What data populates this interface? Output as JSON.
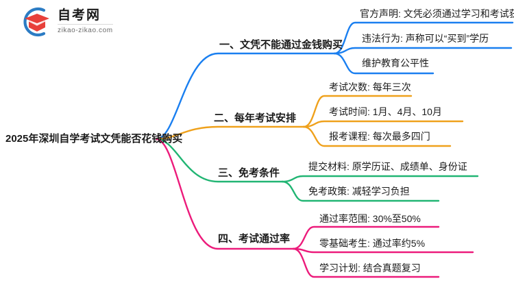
{
  "logo": {
    "icon": "graduation-cap-circle-icon",
    "title": "自考网",
    "subtitle": "zikao-zikao.com",
    "arc_color": "#2c7cc4",
    "cap_color": "#e8403a"
  },
  "mindmap": {
    "root": {
      "label": "2025年深圳自学考试文凭能否花钱购买"
    },
    "branches": [
      {
        "label": "一、文凭不能通过金钱购买",
        "color": "#1a7ff0",
        "children": [
          {
            "label": "官方声明: 文凭必须通过学习和考试获得"
          },
          {
            "label": "违法行为: 声称可以“买到”学历"
          },
          {
            "label": "维护教育公平性"
          }
        ]
      },
      {
        "label": "二、每年考试安排",
        "color": "#efa11c",
        "children": [
          {
            "label": "考试次数: 每年三次"
          },
          {
            "label": "考试时间: 1月、4月、10月"
          },
          {
            "label": "报考课程: 每次最多四门"
          }
        ]
      },
      {
        "label": "三、免考条件",
        "color": "#21b573",
        "children": [
          {
            "label": "提交材料: 原学历证、成绩单、身份证"
          },
          {
            "label": "免考政策: 减轻学习负担"
          }
        ]
      },
      {
        "label": "四、考试通过率",
        "color": "#ec1b7b",
        "children": [
          {
            "label": "通过率范围: 30%至50%"
          },
          {
            "label": "零基础考生: 通过率约5%"
          },
          {
            "label": "学习计划: 结合真题复习"
          }
        ]
      }
    ]
  }
}
